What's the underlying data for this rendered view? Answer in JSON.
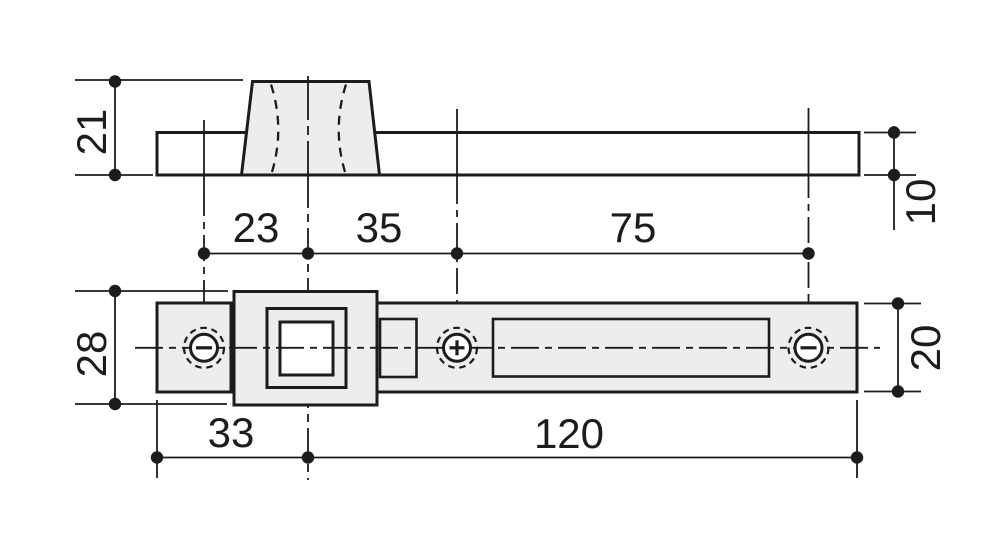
{
  "drawing": {
    "top_view": {
      "overall_height": "21",
      "hole1_to_spindle": "23",
      "spindle_to_hole2": "35",
      "hole2_to_hole3": "75",
      "bar_thickness": "10"
    },
    "bottom_view": {
      "block_width": "28",
      "end_to_spindle": "33",
      "spindle_to_end": "120",
      "bar_width": "20"
    },
    "colors": {
      "line": "#1c1c1c",
      "part_fill": "#ededed",
      "hole_fill": "#ffffff",
      "background": "#ffffff"
    }
  }
}
